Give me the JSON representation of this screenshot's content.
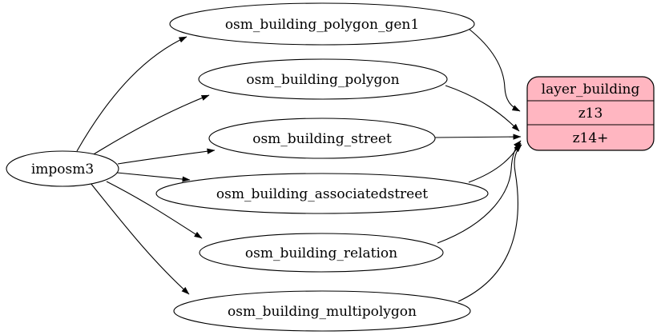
{
  "diagram": {
    "type": "data-flow-graph",
    "background_color": "#ffffff",
    "edge_color": "#000000",
    "source": {
      "label": "imposm3",
      "shape": "ellipse",
      "fill_color": "#ffffff"
    },
    "tables": [
      {
        "label": "osm_building_polygon_gen1"
      },
      {
        "label": "osm_building_polygon"
      },
      {
        "label": "osm_building_street"
      },
      {
        "label": "osm_building_associatedstreet"
      },
      {
        "label": "osm_building_relation"
      },
      {
        "label": "osm_building_multipolygon"
      }
    ],
    "layer": {
      "title": "layer_building",
      "rows": [
        "z13",
        "z14+"
      ],
      "fill_color": "#ffb6c1",
      "shape": "rounded-record"
    },
    "edges": [
      {
        "from": "imposm3",
        "to": "osm_building_polygon_gen1"
      },
      {
        "from": "imposm3",
        "to": "osm_building_polygon"
      },
      {
        "from": "imposm3",
        "to": "osm_building_street"
      },
      {
        "from": "imposm3",
        "to": "osm_building_associatedstreet"
      },
      {
        "from": "imposm3",
        "to": "osm_building_relation"
      },
      {
        "from": "imposm3",
        "to": "osm_building_multipolygon"
      },
      {
        "from": "osm_building_polygon_gen1",
        "to": "layer_building:z13"
      },
      {
        "from": "osm_building_polygon",
        "to": "layer_building:z14+"
      },
      {
        "from": "osm_building_street",
        "to": "layer_building:z14+"
      },
      {
        "from": "osm_building_associatedstreet",
        "to": "layer_building:z14+"
      },
      {
        "from": "osm_building_relation",
        "to": "layer_building:z14+"
      },
      {
        "from": "osm_building_multipolygon",
        "to": "layer_building:z14+"
      }
    ]
  }
}
